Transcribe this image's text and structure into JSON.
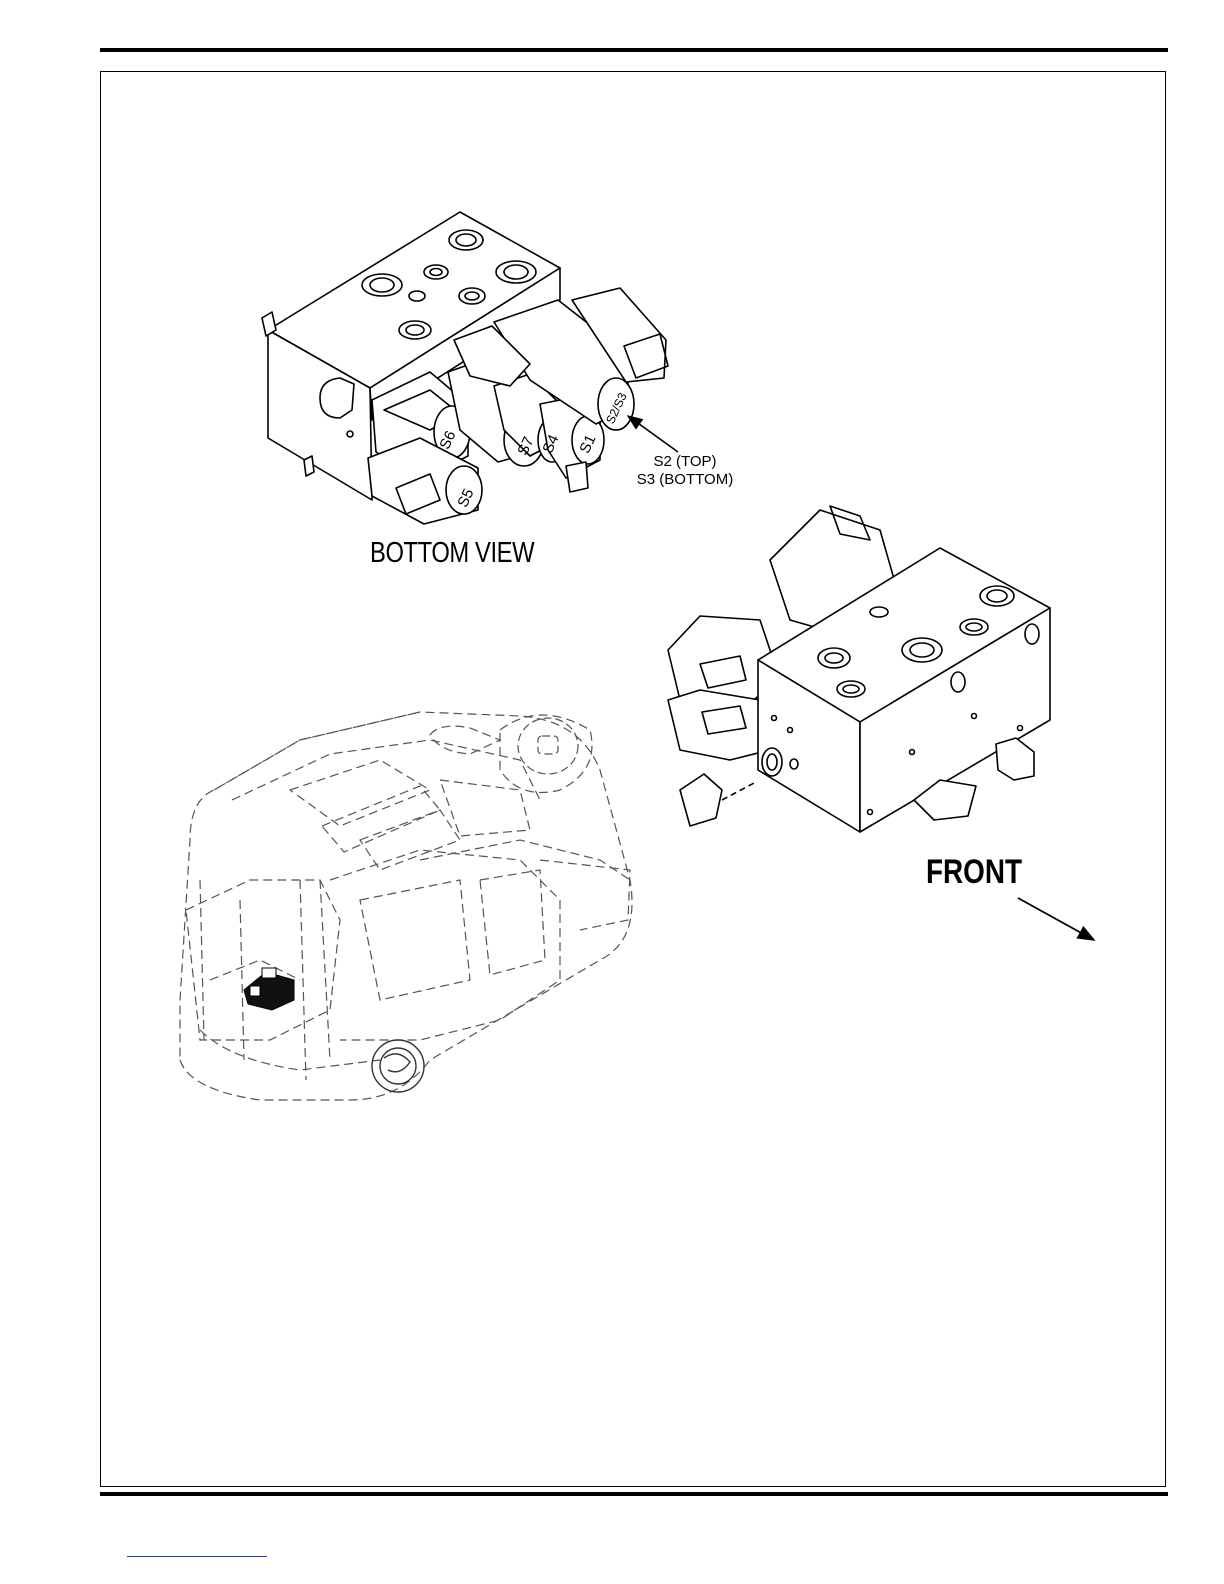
{
  "diagram": {
    "callout": {
      "line1": "S2 (TOP)",
      "line2": "S3 (BOTTOM)"
    },
    "view_label": "BOTTOM VIEW",
    "front_label": "FRONT",
    "solenoid_labels": [
      "S6",
      "S7",
      "S4",
      "S1",
      "S2/S3",
      "S5"
    ]
  }
}
